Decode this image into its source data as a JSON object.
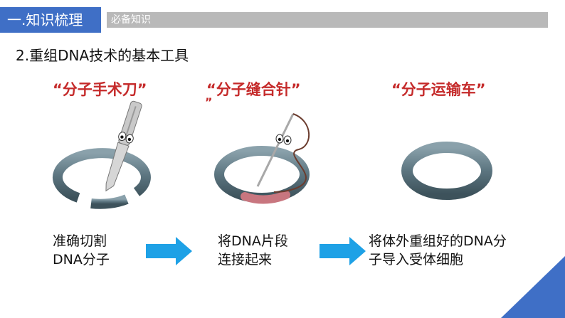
{
  "header": {
    "title": "一.知识梳理",
    "subtitle": "必备知识"
  },
  "section": {
    "title": "2.重组DNA技术的基本工具"
  },
  "tools": [
    {
      "label": "“分子手术刀”",
      "desc_line1": "准确切割",
      "desc_line2": "DNA分子"
    },
    {
      "label": "“分子缝合针”",
      "label_extra": "”",
      "desc_line1": "将DNA片段",
      "desc_line2": "连接起来"
    },
    {
      "label": "“分子运输车”",
      "desc_line1": "将体外重组好的DNA分",
      "desc_line2": "子导入受体细胞"
    }
  ],
  "colors": {
    "header_blue": "#3f6fc6",
    "label_red": "#c52b2b",
    "arrow_blue": "#1ea1e6",
    "ring_gray": "#5c7580",
    "corner_blue": "#3f6fc6"
  },
  "icons": [
    "scalpel-icon",
    "needle-thread-icon",
    "dna-ring-icon",
    "next-arrow-icon"
  ]
}
